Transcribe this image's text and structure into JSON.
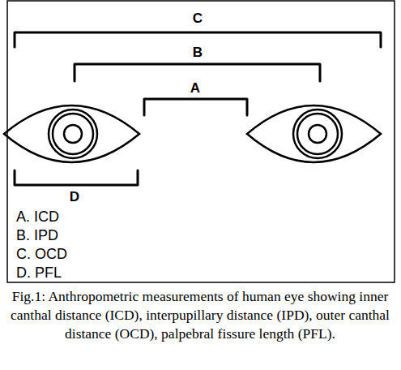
{
  "diagram": {
    "caption": "Fig.1: Anthropometric measurements of human eye showing inner canthal distance (ICD), interpupillary distance (IPD), outer canthal distance (OCD), palpebral fissure length (PFL).",
    "labels": [
      "C",
      "B",
      "A",
      "D",
      "A. ICD",
      "B. IPD",
      "C. OCD",
      "D. PFL"
    ]
  }
}
